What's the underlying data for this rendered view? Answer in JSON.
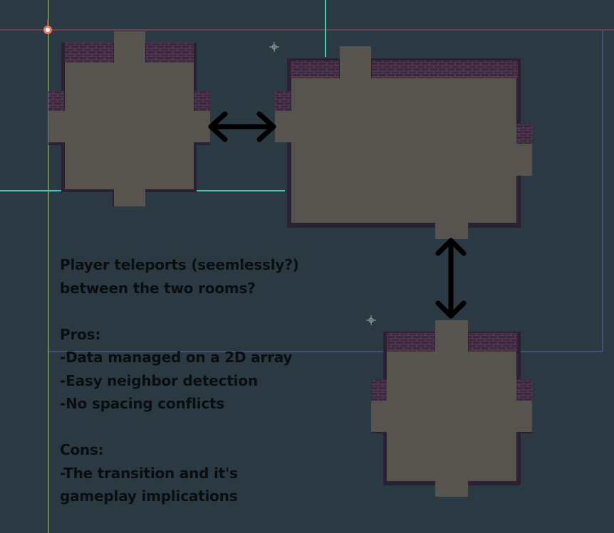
{
  "scene": {
    "background": "#2b3a42",
    "guide_colors": {
      "horizontal_axis": "#b0445c",
      "vertical_axis": "#a5d63e",
      "teal_guide": "#2fd4b4",
      "viewport_frame": "#5566aa"
    },
    "tile_colors": {
      "floor": "#575450",
      "wall_outline": "#2a2233",
      "brick": "#3b2a3d",
      "brick_mortar": "#6a3c5e"
    }
  },
  "rooms": [
    {
      "id": "room-a",
      "shape": "cross"
    },
    {
      "id": "room-b",
      "shape": "large-rectangle"
    },
    {
      "id": "room-c",
      "shape": "cross"
    }
  ],
  "arrows": [
    {
      "id": "arrow-horizontal",
      "direction": "left-right",
      "connects": [
        "room-a",
        "room-b"
      ]
    },
    {
      "id": "arrow-vertical",
      "direction": "up-down",
      "connects": [
        "room-b",
        "room-c"
      ]
    }
  ],
  "icons": [
    "origin-marker-icon",
    "crosshair-icon",
    "crosshair-icon"
  ],
  "note": {
    "lines": [
      "Player teleports (seemlessly?)",
      "between the two rooms?",
      "",
      "Pros:",
      "-Data managed on a 2D array",
      "-Easy neighbor detection",
      "-No spacing conflicts",
      "",
      "Cons:",
      "-The transition and it's",
      "gameplay implications"
    ]
  }
}
